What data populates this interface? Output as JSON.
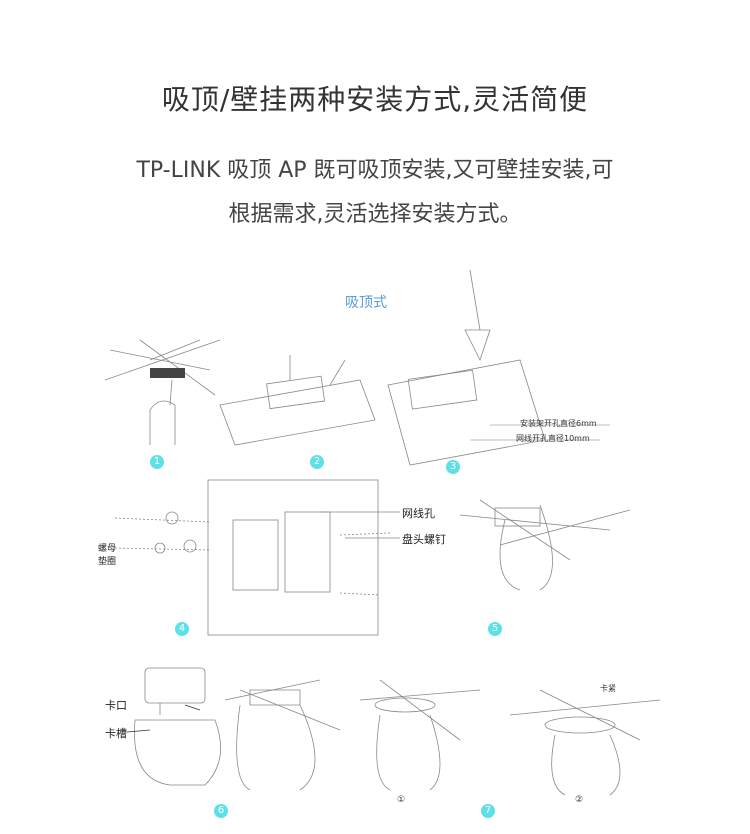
{
  "title": "吸顶/壁挂两种安装方式,灵活简便",
  "description": [
    "TP-LINK 吸顶 AP 既可吸顶安装,又可壁挂安装,可",
    "根据需求,灵活选择安装方式。"
  ],
  "ceiling_label": "吸顶式",
  "labels": {
    "bracket_hole": "安装架开孔直径6mm",
    "cable_hole": "网线开孔直径10mm",
    "cable_port": "网线孔",
    "screw": "盘头螺钉",
    "nut": "螺母",
    "washer": "垫圈",
    "clip": "卡口",
    "slot": "卡槽",
    "step7_note": "卡紧"
  },
  "steps": [
    "1",
    "2",
    "3",
    "4",
    "5",
    "6",
    "7"
  ],
  "sub_steps": [
    "①",
    "②"
  ],
  "accent": "#5ee0e8"
}
